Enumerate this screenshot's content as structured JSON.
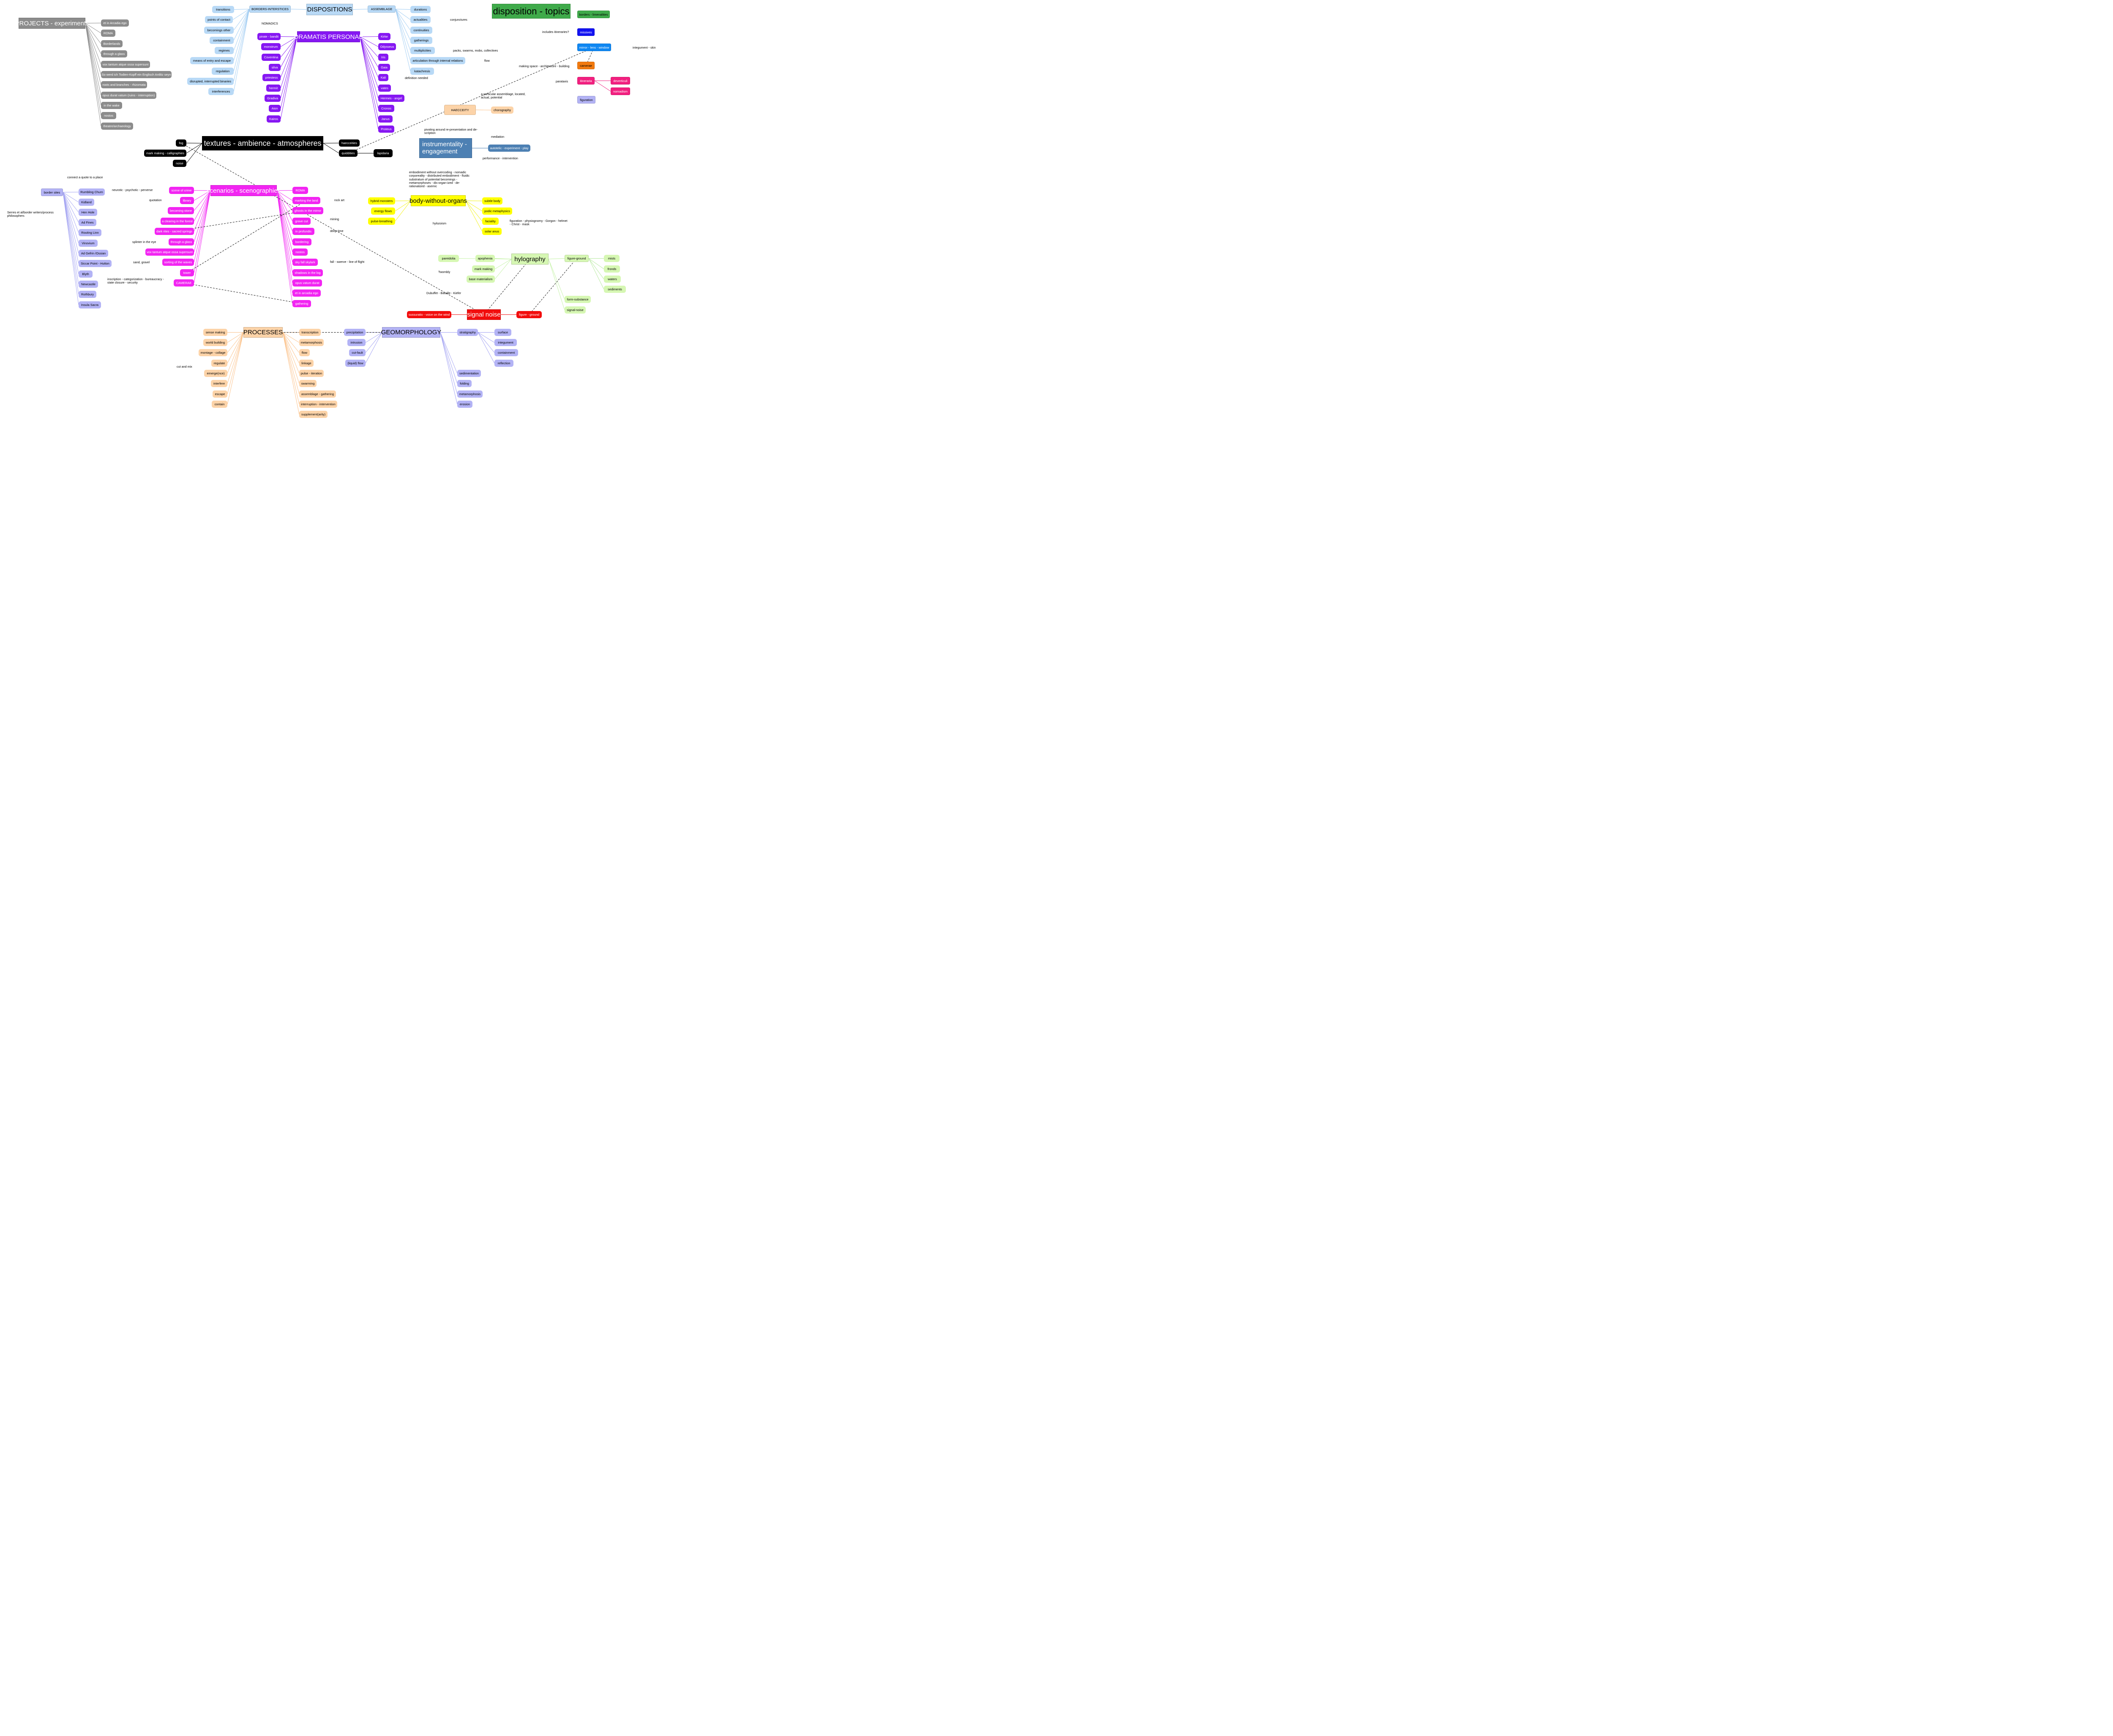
{
  "title": "disposition - topics",
  "palette": {
    "gray": "#8c8c8c",
    "lightblue": "#b8d9f6",
    "purple": "#8617f2",
    "black": "#000000",
    "magenta": "#f225f2",
    "lavender": "#b3b3f5",
    "yellow": "#ffff00",
    "lightgreen": "#d6f7b3",
    "red": "#f20d0d",
    "peach": "#fcd3a8",
    "steelblue": "#4d80b3",
    "green": "#3faa4a",
    "blue": "#1212f2",
    "azure": "#0f87f2",
    "orange": "#f27a0f",
    "pink": "#f21f7f"
  },
  "nodes": {
    "projects": {
      "label": "PROJECTS - experiments",
      "color": "gray",
      "fg": "#ffffff"
    },
    "p1": {
      "label": "et in Arcadia ego",
      "color": "gray",
      "fg": "#ffffff"
    },
    "p2": {
      "label": "ROMA",
      "color": "gray",
      "fg": "#ffffff"
    },
    "p3": {
      "label": "Borderlands",
      "color": "gray",
      "fg": "#ffffff"
    },
    "p4": {
      "label": "through a glass",
      "color": "gray",
      "fg": "#ffffff"
    },
    "p5": {
      "label": "vox tantum atque ossa supersunt",
      "color": "gray",
      "fg": "#ffffff"
    },
    "p6": {
      "label": "So werd ich Todten-Kopff ein Englisch Antlitz seyn",
      "color": "gray",
      "fg": "#ffffff"
    },
    "p7": {
      "label": "roots and branches - rhizomata",
      "color": "gray",
      "fg": "#ffffff"
    },
    "p8": {
      "label": "opus durat vatum (ruins - interruption)",
      "color": "gray",
      "fg": "#ffffff"
    },
    "p9": {
      "label": "in the wake",
      "color": "gray",
      "fg": "#ffffff"
    },
    "p10": {
      "label": "nostos",
      "color": "gray",
      "fg": "#ffffff"
    },
    "p11": {
      "label": "theatre/archaeology",
      "color": "gray",
      "fg": "#ffffff"
    },
    "dispositions": {
      "label": "DISPOSITIONS",
      "color": "lightblue"
    },
    "borders_int": {
      "label": "BORDERS-INTERSTICES",
      "color": "lightblue"
    },
    "assemblage": {
      "label": "ASSEMBLAGE",
      "color": "lightblue"
    },
    "d1": {
      "label": "transitions",
      "color": "lightblue"
    },
    "d2": {
      "label": "points of contact",
      "color": "lightblue"
    },
    "d3": {
      "label": "becomings other",
      "color": "lightblue"
    },
    "d4": {
      "label": "containment",
      "color": "lightblue"
    },
    "d5": {
      "label": "regimes",
      "color": "lightblue"
    },
    "d6": {
      "label": "means of entry and escape",
      "color": "lightblue"
    },
    "d7": {
      "label": "regulation",
      "color": "lightblue"
    },
    "d8": {
      "label": "disrupted, interrupted binaries",
      "color": "lightblue"
    },
    "d9": {
      "label": "interferences",
      "color": "lightblue"
    },
    "a1": {
      "label": "durations",
      "color": "lightblue"
    },
    "a2": {
      "label": "actualities",
      "color": "lightblue"
    },
    "a3": {
      "label": "continuities",
      "color": "lightblue"
    },
    "a4": {
      "label": "gatherings",
      "color": "lightblue"
    },
    "a5": {
      "label": "multiplicities",
      "color": "lightblue"
    },
    "a6": {
      "label": "articulation through internal relations",
      "color": "lightblue"
    },
    "a7": {
      "label": "katachresis",
      "color": "lightblue"
    },
    "dramatis": {
      "label": "DRAMATIS PERSONAE",
      "color": "purple",
      "fg": "#ffffff"
    },
    "dp1": {
      "label": "pirate - bandit",
      "color": "purple",
      "fg": "#ffffff"
    },
    "dp2": {
      "label": "monstrum",
      "color": "purple",
      "fg": "#ffffff"
    },
    "dp3": {
      "label": "Coventina",
      "color": "purple",
      "fg": "#ffffff"
    },
    "dp4": {
      "label": "silva",
      "color": "purple",
      "fg": "#ffffff"
    },
    "dp5": {
      "label": "priestess",
      "color": "purple",
      "fg": "#ffffff"
    },
    "dp6": {
      "label": "hermit",
      "color": "purple",
      "fg": "#ffffff"
    },
    "dp7": {
      "label": "Gradiva",
      "color": "purple",
      "fg": "#ffffff"
    },
    "dp8": {
      "label": "Aion",
      "color": "purple",
      "fg": "#ffffff"
    },
    "dp9": {
      "label": "Kairos",
      "color": "purple",
      "fg": "#ffffff"
    },
    "dq1": {
      "label": "Kirke",
      "color": "purple",
      "fg": "#ffffff"
    },
    "dq2": {
      "label": "Odysseus",
      "color": "purple",
      "fg": "#ffffff"
    },
    "dq3": {
      "label": "Iris",
      "color": "purple",
      "fg": "#ffffff"
    },
    "dq4": {
      "label": "Gaia",
      "color": "purple",
      "fg": "#ffffff"
    },
    "dq5": {
      "label": "Kali",
      "color": "purple",
      "fg": "#ffffff"
    },
    "dq6": {
      "label": "vates",
      "color": "purple",
      "fg": "#ffffff"
    },
    "dq7": {
      "label": "Hermes - angel",
      "color": "purple",
      "fg": "#ffffff"
    },
    "dq8": {
      "label": "Cronos",
      "color": "purple",
      "fg": "#ffffff"
    },
    "dq9": {
      "label": "Janus",
      "color": "purple",
      "fg": "#ffffff"
    },
    "dq10": {
      "label": "Proteus",
      "color": "purple",
      "fg": "#ffffff"
    },
    "textures": {
      "label": "textures - ambience - atmospheres",
      "color": "black",
      "fg": "#ffffff"
    },
    "t1": {
      "label": "fog",
      "color": "black",
      "fg": "#ffffff"
    },
    "t2": {
      "label": "mark making - calligraphies",
      "color": "black",
      "fg": "#ffffff"
    },
    "t3": {
      "label": "noise",
      "color": "black",
      "fg": "#ffffff"
    },
    "t4": {
      "label": "haecceities",
      "color": "black",
      "fg": "#ffffff"
    },
    "t5": {
      "label": "quiddities",
      "color": "black",
      "fg": "#ffffff"
    },
    "t6": {
      "label": "lapidaria",
      "color": "black",
      "fg": "#ffffff"
    },
    "scenarios": {
      "label": "scenarios - scenographies",
      "color": "magenta",
      "fg": "#ffffff"
    },
    "s1": {
      "label": "scene of crime",
      "color": "magenta",
      "fg": "#ffffff"
    },
    "s2": {
      "label": "library",
      "color": "magenta",
      "fg": "#ffffff"
    },
    "s3": {
      "label": "becoming stone",
      "color": "magenta",
      "fg": "#ffffff"
    },
    "s4": {
      "label": "a clearing in the forest",
      "color": "magenta",
      "fg": "#ffffff"
    },
    "s5": {
      "label": "dark rites - sacred springs",
      "color": "magenta",
      "fg": "#ffffff"
    },
    "s6": {
      "label": "through a glass",
      "color": "magenta",
      "fg": "#ffffff"
    },
    "s7": {
      "label": "vox tantum atque ossa supersunt",
      "color": "magenta",
      "fg": "#ffffff"
    },
    "s8": {
      "label": "sorting of the waves",
      "color": "magenta",
      "fg": "#ffffff"
    },
    "s9": {
      "label": "tower",
      "color": "magenta",
      "fg": "#ffffff"
    },
    "s10": {
      "label": "CAMERAE",
      "color": "magenta",
      "fg": "#ffffff"
    },
    "r1": {
      "label": "ROMA",
      "color": "magenta",
      "fg": "#ffffff"
    },
    "r2": {
      "label": "marking the land",
      "color": "magenta",
      "fg": "#ffffff"
    },
    "r3": {
      "label": "ghosts in the mirror",
      "color": "magenta",
      "fg": "#ffffff"
    },
    "r4": {
      "label": "grave cut",
      "color": "magenta",
      "fg": "#ffffff"
    },
    "r5": {
      "label": "in profundis",
      "color": "magenta",
      "fg": "#ffffff"
    },
    "r6": {
      "label": "bordering",
      "color": "magenta",
      "fg": "#ffffff"
    },
    "r7": {
      "label": "nostos",
      "color": "magenta",
      "fg": "#ffffff"
    },
    "r8": {
      "label": "sky fall skylark",
      "color": "magenta",
      "fg": "#ffffff"
    },
    "r9": {
      "label": "shadows in the log",
      "color": "magenta",
      "fg": "#ffffff"
    },
    "r10": {
      "label": "opus vatum durat",
      "color": "magenta",
      "fg": "#ffffff"
    },
    "r11": {
      "label": "et in arcadia ego",
      "color": "magenta",
      "fg": "#ffffff"
    },
    "r12": {
      "label": "gathering",
      "color": "magenta",
      "fg": "#ffffff"
    },
    "border_sites": {
      "label": "border sites",
      "color": "lavender"
    },
    "b1": {
      "label": "Rumbling Churn",
      "color": "lavender"
    },
    "b2": {
      "label": "Kidland",
      "color": "lavender"
    },
    "b3": {
      "label": "Hen Hole",
      "color": "lavender"
    },
    "b4": {
      "label": "Ad Fines",
      "color": "lavender"
    },
    "b5": {
      "label": "Routing Linn",
      "color": "lavender"
    },
    "b6": {
      "label": "Vinovium",
      "color": "lavender"
    },
    "b7": {
      "label": "Ad Gefrin /Ossian",
      "color": "lavender"
    },
    "b8": {
      "label": "Siccar Point - Hutton",
      "color": "lavender"
    },
    "b9": {
      "label": "Blyth",
      "color": "lavender"
    },
    "b10": {
      "label": "Newcastle",
      "color": "lavender"
    },
    "b11": {
      "label": "Rothbury",
      "color": "lavender"
    },
    "b12": {
      "label": "Insula Sacra",
      "color": "lavender"
    },
    "bwo": {
      "label": "body-without-organs",
      "color": "yellow"
    },
    "y1": {
      "label": "hybrid monsters",
      "color": "yellow"
    },
    "y2": {
      "label": "energy flows",
      "color": "yellow"
    },
    "y3": {
      "label": "pulse-breathing",
      "color": "yellow"
    },
    "y4": {
      "label": "subtle body",
      "color": "yellow"
    },
    "y5": {
      "label": "podic metaphysics",
      "color": "yellow"
    },
    "y6": {
      "label": "faciality",
      "color": "yellow"
    },
    "y7": {
      "label": "solar anus",
      "color": "yellow"
    },
    "hylography": {
      "label": "hylography",
      "color": "lightgreen"
    },
    "h1": {
      "label": "pareidolia",
      "color": "lightgreen"
    },
    "h2": {
      "label": "apophenia",
      "color": "lightgreen"
    },
    "h3": {
      "label": "mark making",
      "color": "lightgreen"
    },
    "h4": {
      "label": "base materialism",
      "color": "lightgreen"
    },
    "fg": {
      "label": "figure-ground",
      "color": "lightgreen"
    },
    "h5": {
      "label": "mists",
      "color": "lightgreen"
    },
    "h6": {
      "label": "fronds",
      "color": "lightgreen"
    },
    "h7": {
      "label": "waters",
      "color": "lightgreen"
    },
    "h8": {
      "label": "sediments",
      "color": "lightgreen"
    },
    "h9": {
      "label": "form-substance",
      "color": "lightgreen"
    },
    "h10": {
      "label": "signal-noise",
      "color": "lightgreen"
    },
    "signal": {
      "label": "signal noise",
      "color": "red",
      "fg": "#ffffff"
    },
    "sn1": {
      "label": "sussuratio - voice on the wind",
      "color": "red",
      "fg": "#ffffff"
    },
    "sn2": {
      "label": "figure - ground",
      "color": "red",
      "fg": "#ffffff"
    },
    "processes": {
      "label": "PROCESSES",
      "color": "peach"
    },
    "pr1": {
      "label": "sense making",
      "color": "peach"
    },
    "pr2": {
      "label": "world building",
      "color": "peach"
    },
    "pr3": {
      "label": "montage - collage",
      "color": "peach"
    },
    "pr4": {
      "label": "regulate",
      "color": "peach"
    },
    "pr5": {
      "label": "emerge(nce)",
      "color": "peach"
    },
    "pr6": {
      "label": "interfere",
      "color": "peach"
    },
    "pr7": {
      "label": "escape",
      "color": "peach"
    },
    "pr8": {
      "label": "contain",
      "color": "peach"
    },
    "pq1": {
      "label": "transcription",
      "color": "peach"
    },
    "pq2": {
      "label": "metamorphosis",
      "color": "peach"
    },
    "pq3": {
      "label": "flow",
      "color": "peach"
    },
    "pq4": {
      "label": "linkage",
      "color": "peach"
    },
    "pq5": {
      "label": "pulse - iteration",
      "color": "peach"
    },
    "pq6": {
      "label": "swarming",
      "color": "peach"
    },
    "pq7": {
      "label": "assemblage - gathering",
      "color": "peach"
    },
    "pq8": {
      "label": "interruption - intervention",
      "color": "peach"
    },
    "pq9": {
      "label": "supplement(arity)",
      "color": "peach"
    },
    "geomorph": {
      "label": "GEOMORPHOLOGY",
      "color": "lavender"
    },
    "g1": {
      "label": "precipitation",
      "color": "lavender"
    },
    "g2": {
      "label": "intrusion",
      "color": "lavender"
    },
    "g3": {
      "label": "cut-fault",
      "color": "lavender"
    },
    "g4": {
      "label": "(liquid) flow",
      "color": "lavender"
    },
    "g5": {
      "label": "stratigraphy",
      "color": "lavender"
    },
    "g6": {
      "label": "surface",
      "color": "lavender"
    },
    "g7": {
      "label": "integument",
      "color": "lavender"
    },
    "g8": {
      "label": "containment",
      "color": "lavender"
    },
    "g9": {
      "label": "reflection",
      "color": "lavender"
    },
    "g10": {
      "label": "sedimentation",
      "color": "lavender"
    },
    "g11": {
      "label": "folding",
      "color": "lavender"
    },
    "g12": {
      "label": "metamorphosis",
      "color": "lavender"
    },
    "g13": {
      "label": "erosion",
      "color": "lavender"
    },
    "haecceity": {
      "label": "HAECCEITY",
      "color": "peach"
    },
    "chorography": {
      "label": "chorography",
      "color": "peach"
    },
    "instrumentality": {
      "label": "instrumentality - engagement",
      "color": "steelblue",
      "fg": "#ffffff"
    },
    "autotelic": {
      "label": "autotelic - experiment - play",
      "color": "steelblue",
      "fg": "#ffffff"
    },
    "title": {
      "label": "disposition - topics",
      "color": "green"
    },
    "k1": {
      "label": "borders - limenalities",
      "color": "green"
    },
    "k2": {
      "label": "missives",
      "color": "blue",
      "fg": "#ffffff"
    },
    "k3": {
      "label": "mirror - lens - window",
      "color": "azure",
      "fg": "#ffffff"
    },
    "k4": {
      "label": "camerae",
      "color": "orange"
    },
    "k5": {
      "label": "itineraria",
      "color": "pink",
      "fg": "#ffffff"
    },
    "k6": {
      "label": "deverticuli",
      "color": "pink",
      "fg": "#ffffff"
    },
    "k7": {
      "label": "nomadism",
      "color": "pink",
      "fg": "#ffffff"
    },
    "k8": {
      "label": "figuration",
      "color": "lavender"
    }
  },
  "notes": {
    "nomadics": "NOMADICS",
    "conjunctures": "conjunctures",
    "packs": "packs, swarms, mobs, collectives",
    "flow": "flow",
    "definition": "definition needed",
    "particular": "a particular assemblage, located, actual, potential",
    "pivoting": "pivoting around re-presentation and de-scription",
    "mediation": "mediation",
    "performance": "performance - intervention",
    "includes": "includes itineraries?",
    "integument_skin": "integument - skin",
    "making_space": "making space - architecture - building",
    "parataxis": "parataxis",
    "connect": "connect a quote to a place",
    "serres": "Serres et al/border writers/process philosophers",
    "neurotic": "neurotic - psychotic - perverse",
    "quotation": "quotation",
    "splinter": "splinter in the eye",
    "sand": "sand, gravel",
    "inscription": "inscription - categorization - bureaucracy - state closure - security",
    "rockart": "rock art",
    "mining": "mining",
    "deeptime": "deep time",
    "fall": "fall - swerve - line of flight",
    "embodiment": "embodiment without overcoding - nomadic corporeality - distributed embodiment - fluidic substratum of potential becomings - metamorphoses - dis-organ-ized - de-rationalized - asemic",
    "hylozoism": "hylozoism",
    "figuration": "figuration - physiognomy - Gorgon - helmet - Christ - mask",
    "twombly": "Twombly",
    "dubuffet": "Dubuffet - Bataille - Kiefer",
    "cutmix": "cut and mix"
  }
}
